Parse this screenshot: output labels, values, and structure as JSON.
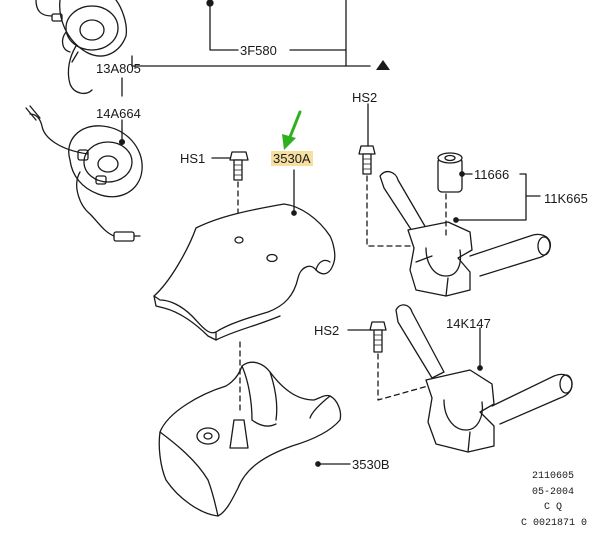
{
  "labels": {
    "p_3f580": "3F580",
    "p_13a805": "13A805",
    "p_14a664": "14A664",
    "p_hs1": "HS1",
    "p_3530a": "3530A",
    "p_hs2_top": "HS2",
    "p_11666": "11666",
    "p_11k665": "11K665",
    "p_14k147": "14K147",
    "p_hs2_mid": "HS2",
    "p_3530b": "3530B"
  },
  "stamp": {
    "line1": "2110605",
    "line2": "05-2004",
    "line3": "C Q",
    "line4": "C 0021871 0"
  },
  "colors": {
    "line": "#1a1a1a",
    "highlight": "#f6dfa0",
    "arrow": "#2fb01f",
    "part_fill": "#ffffff"
  }
}
